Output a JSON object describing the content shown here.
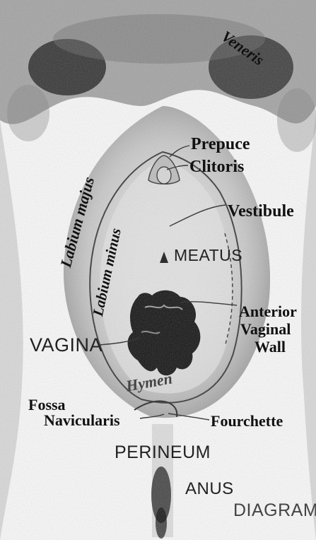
{
  "diagram": {
    "labels": {
      "veneris": "Veneris",
      "prepuce": "Prepuce",
      "clitoris": "Clitoris",
      "vestibule": "Vestibule",
      "labium_majus": "Labium majus",
      "labium_minus": "Labium minus",
      "meatus": "MEATUS",
      "anterior_vaginal_wall_1": "Anterior",
      "anterior_vaginal_wall_2": "Vaginal",
      "anterior_vaginal_wall_3": "Wall",
      "vagina": "VAGINA",
      "hymen": "Hymen",
      "fossa_navicularis_1": "Fossa",
      "fossa_navicularis_2": "Navicularis",
      "fourchette": "Fourchette",
      "perineum": "PERINEUM",
      "anus": "ANUS",
      "diagram": "DIAGRAM"
    }
  }
}
